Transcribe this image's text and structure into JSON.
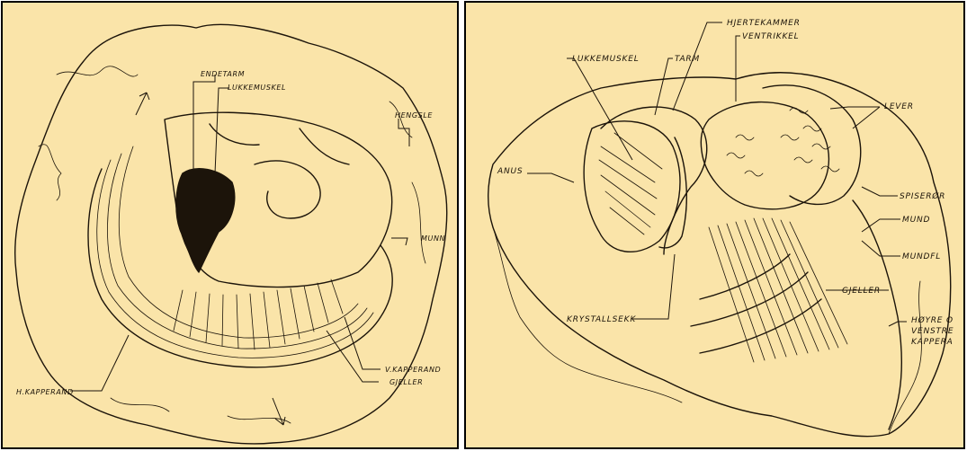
{
  "left_panel": {
    "labels": {
      "endetarm": "ENDETARM",
      "lukkemuskel": "LUKKEMUSKEL",
      "hengsle": "HENGSLE",
      "munn": "MUNN",
      "v_kapperand": "V.KAPPERAND",
      "gjeller": "GJELLER",
      "h_kapperand": "H.KAPPERAND"
    }
  },
  "right_panel": {
    "labels": {
      "hjertekammer": "HJERTEKAMMER",
      "ventrikkel": "VENTRIKKEL",
      "lukkemuskel": "LUKKEMUSKEL",
      "tarm": "TARM",
      "lever": "LEVER",
      "anus": "ANUS",
      "spiseror": "SPISERØR",
      "mund": "MUND",
      "mundfl": "MUNDFL",
      "krystallsekk": "KRYSTALLSEKK",
      "gjeller": "GJELLER",
      "hoyre_o": "HØYRE O",
      "venstre": "VENSTRE",
      "kapperand": "KAPPERA"
    }
  },
  "colors": {
    "paper": "#fae4a9",
    "ink": "#1c140a",
    "frame": "#000000"
  }
}
